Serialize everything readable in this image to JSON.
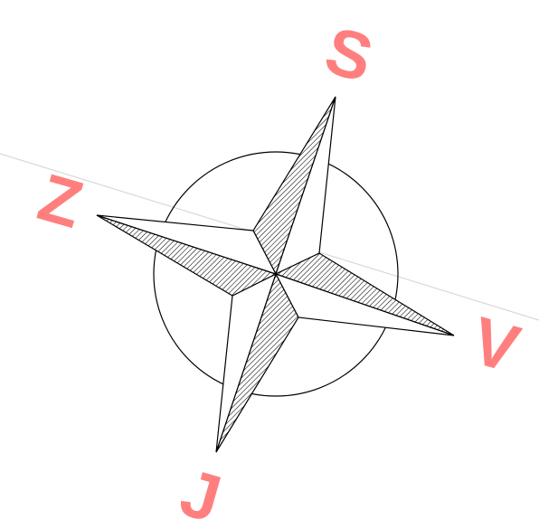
{
  "compass": {
    "labels": {
      "north": "S",
      "south": "J",
      "east": "V",
      "west": "Z"
    },
    "colors": {
      "label": "#ff7f7f",
      "outline": "#000000",
      "hatch": "#000000",
      "reference_line": "#d9d9d9",
      "background": "#ffffff"
    },
    "rotation_degrees": 16
  }
}
